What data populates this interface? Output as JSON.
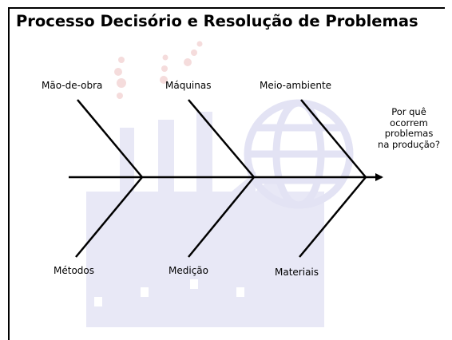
{
  "slide": {
    "title": "Processo Decisório e Resolução de Problemas"
  },
  "diagram": {
    "type": "fishbone",
    "effect": {
      "lines": [
        "Por quê",
        "ocorrem",
        "problemas",
        "na produção?"
      ]
    },
    "causes_top": [
      "Mão-de-obra",
      "Máquinas",
      "Meio-ambiente"
    ],
    "causes_bottom": [
      "Métodos",
      "Medição",
      "Materiais"
    ]
  },
  "colors": {
    "background": "#ffffff",
    "lines": "#000000",
    "watermark": "#e7e7f6",
    "watermark_dots": "#f6dede"
  }
}
